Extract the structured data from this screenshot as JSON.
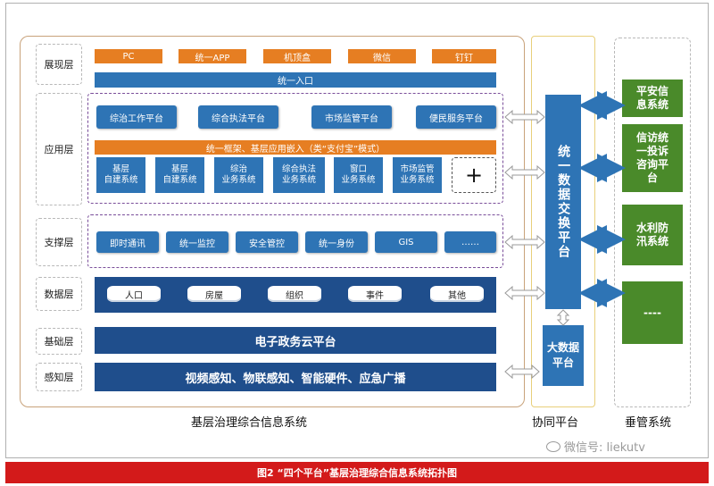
{
  "layers": {
    "display": "展现层",
    "application": "应用层",
    "support": "支撑层",
    "data": "数据层",
    "foundation": "基础层",
    "perception": "感知层"
  },
  "channels": [
    "PC",
    "统一APP",
    "机顶盒",
    "微信",
    "钉钉"
  ],
  "unified_entry": "统一入口",
  "platforms": [
    "综治工作平台",
    "综合执法平台",
    "市场监管平台",
    "便民服务平台"
  ],
  "framework_bar": "统一框架、基层应用嵌入（类“支付宝”模式）",
  "modules": [
    "基层\n自建系统",
    "基层\n自建系统",
    "综治\n业务系统",
    "综合执法\n业务系统",
    "窗口\n业务系统",
    "市场监管\n业务系统"
  ],
  "plus": "+",
  "support_items": [
    "即时通讯",
    "统一监控",
    "安全管控",
    "统一身份",
    "GIS",
    "……"
  ],
  "data_items": [
    "人口",
    "房屋",
    "组织",
    "事件",
    "其他"
  ],
  "cloud": "电子政务云平台",
  "perception_bar": "视频感知、物联感知、智能硬件、应急广播",
  "exchange": "统一数据交换平台",
  "bigdata": "大数据\n平台",
  "vertical": [
    "平安信\n息系统",
    "信访统\n一投诉\n咨询平\n台",
    "水利防\n汛系统",
    "----"
  ],
  "labels": {
    "left": "基层治理综合信息系统",
    "middle": "协同平台",
    "right": "垂管系统"
  },
  "watermark": "微信号: liekutv",
  "caption": "图2  “四个平台”基层治理综合信息系统拓扑图",
  "colors": {
    "blue": "#2e74b5",
    "navy": "#1f4e8c",
    "orange": "#e67e22",
    "green": "#4a8a2a",
    "caption_red": "#d31a1a"
  }
}
